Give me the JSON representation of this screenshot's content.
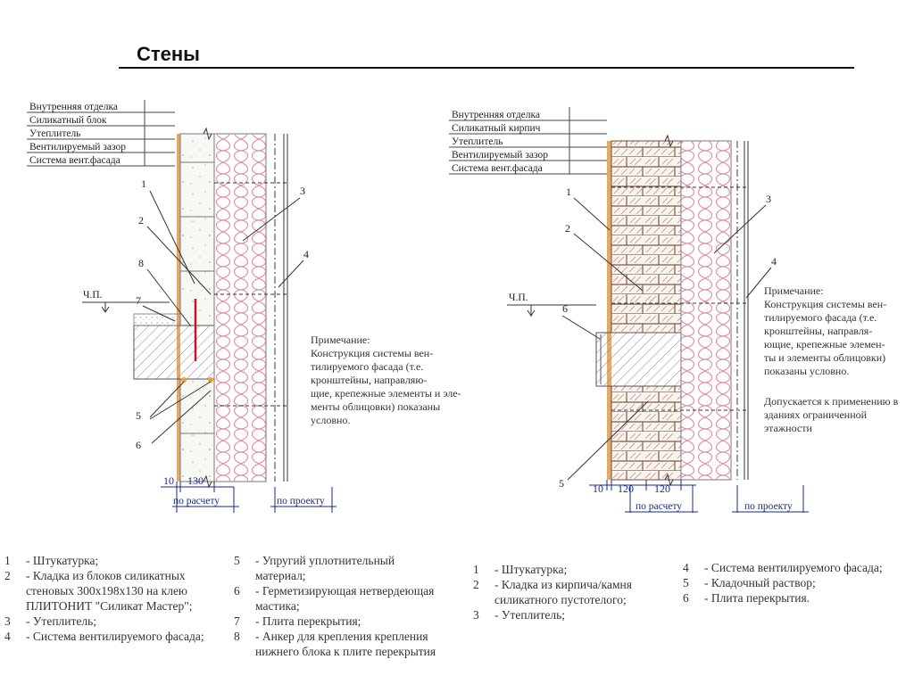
{
  "title": "Стены",
  "left": {
    "layers": [
      "Внутренняя отделка",
      "Силикатный блок",
      "Утеплитель",
      "Вентилируемый зазор",
      "Система вент.фасада"
    ],
    "level_mark": "Ч.П.",
    "callouts": [
      "1",
      "2",
      "8",
      "7",
      "5",
      "6",
      "3",
      "4"
    ],
    "dims": [
      "10",
      "130"
    ],
    "dim_labels": [
      "по расчету",
      "по проекту"
    ],
    "note": [
      "Примечание:",
      "  Конструкция системы вен-",
      "тилируемого фасада (т.е.",
      "кронштейны, направляю-",
      "щие, крепежные элементы и эле-",
      "менты облицовки) показаны",
      "условно."
    ],
    "legend_col1": [
      {
        "n": "1",
        "t": "- Штукатурка;"
      },
      {
        "n": "2",
        "t": "- Кладка из блоков силикатных"
      },
      {
        "n": "",
        "t": "  стеновых 300х198х130 на клею"
      },
      {
        "n": "",
        "t": "  ПЛИТОНИТ \"Силикат Мастер\";"
      },
      {
        "n": "3",
        "t": "- Утеплитель;"
      },
      {
        "n": "4",
        "t": "- Система вентилируемого фасада;"
      }
    ],
    "legend_col2": [
      {
        "n": "5",
        "t": "- Упругий уплотнительный"
      },
      {
        "n": "",
        "t": "  материал;"
      },
      {
        "n": "6",
        "t": "- Герметизирующая нетвердеющая"
      },
      {
        "n": "",
        "t": "  мастика;"
      },
      {
        "n": "7",
        "t": "- Плита перекрытия;"
      },
      {
        "n": "8",
        "t": "- Анкер для крепления крепления"
      },
      {
        "n": "",
        "t": "  нижнего блока к плите перекрытия"
      }
    ]
  },
  "right": {
    "layers": [
      "Внутренняя отделка",
      "Силикатный кирпич",
      "Утеплитель",
      "Вентилируемый зазор",
      "Система вент.фасада"
    ],
    "level_mark": "Ч.П.",
    "callouts": [
      "1",
      "2",
      "6",
      "5",
      "3",
      "4"
    ],
    "dims": [
      "10",
      "120",
      "120"
    ],
    "dim_labels": [
      "по расчету",
      "по проекту"
    ],
    "note": [
      "Примечание:",
      "  Конструкция системы вен-",
      "тилируемого фасада (т.е.",
      "кронштейны, направля-",
      "ющие, крепежные элемен-",
      "ты и элементы облицовки)",
      "показаны условно."
    ],
    "note2": [
      "Допускается к применению в",
      "зданиях ограниченной",
      "этажности"
    ],
    "legend_col1": [
      {
        "n": "1",
        "t": "- Штукатурка;"
      },
      {
        "n": "2",
        "t": "- Кладка из кирпича/камня"
      },
      {
        "n": "",
        "t": "  силикатного пустотелого;"
      },
      {
        "n": "3",
        "t": "- Утеплитель;"
      }
    ],
    "legend_col2": [
      {
        "n": "4",
        "t": "- Система вентилируемого фасада;"
      },
      {
        "n": "5",
        "t": "- Кладочный раствор;"
      },
      {
        "n": "6",
        "t": "- Плита перекрытия."
      }
    ]
  }
}
